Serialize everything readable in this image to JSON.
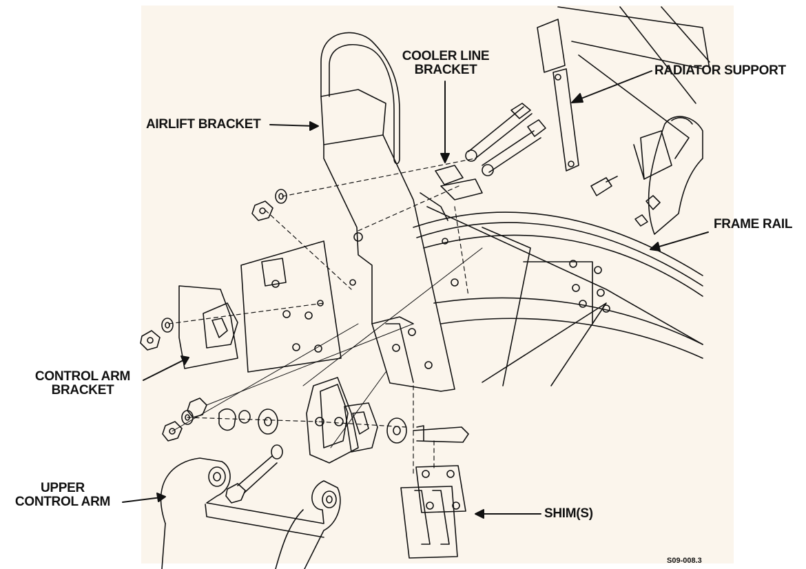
{
  "labels": {
    "airlift_bracket": "AIRLIFT BRACKET",
    "cooler_line_bracket_1": "COOLER LINE",
    "cooler_line_bracket_2": "BRACKET",
    "radiator_support": "RADIATOR SUPPORT",
    "frame_rail": "FRAME RAIL",
    "control_arm_bracket_1": "CONTROL ARM",
    "control_arm_bracket_2": "BRACKET",
    "upper_control_arm_1": "UPPER",
    "upper_control_arm_2": "CONTROL ARM",
    "shims": "SHIM(S)"
  },
  "figure_id": "S09-008.3",
  "colors": {
    "background": "#fbf5ec",
    "line": "#111111"
  }
}
